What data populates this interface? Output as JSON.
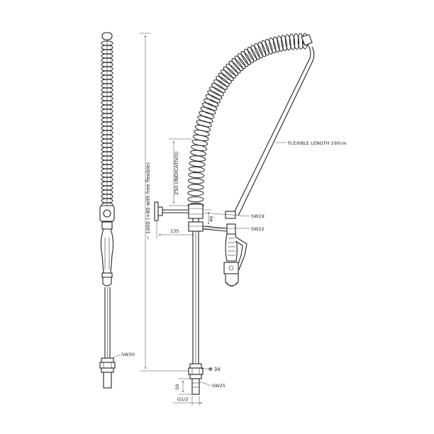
{
  "labels": {
    "total_height": "~ 1000 (+80 with free flexible)",
    "indicated": "250 (INDICATIVO)",
    "flexible_length": "FLEXIBLE LENGTH 100cm",
    "sw19": "SW19",
    "sw22": "SW22",
    "sw25": "SW25",
    "sw30": "SW30",
    "dim_40": "40",
    "dim_135": "135",
    "dim_50": "50",
    "diameter": "Φ 34",
    "thread": "G1/2"
  }
}
